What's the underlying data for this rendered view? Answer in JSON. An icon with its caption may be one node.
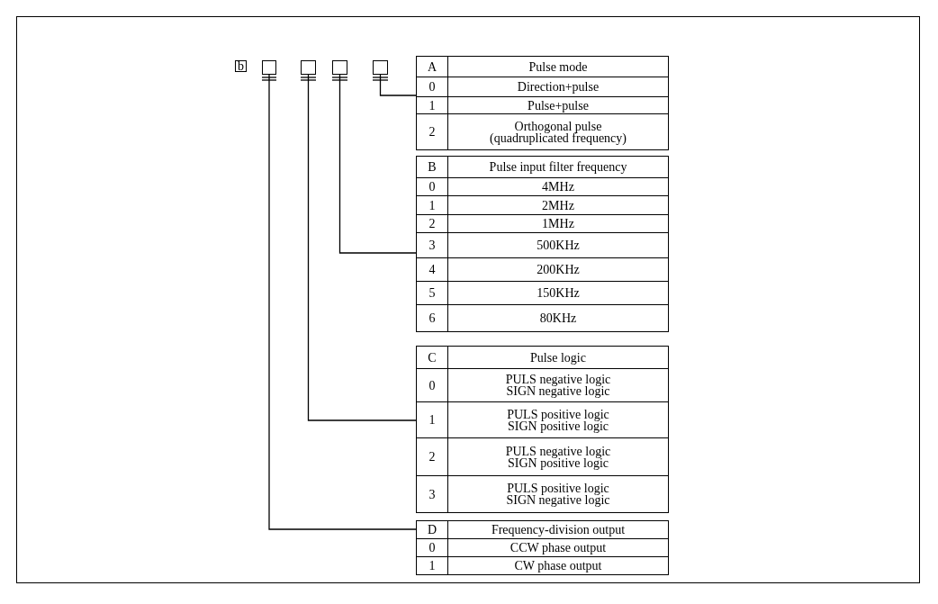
{
  "diagram": {
    "nodes": [
      {
        "text": [
          "b"
        ]
      },
      {
        "text": [],
        "shape": "box"
      },
      {
        "text": [],
        "shape": "box"
      },
      {
        "text": [],
        "shape": "box"
      },
      {
        "text": [],
        "shape": "box"
      },
      {
        "text": [
          "A",
          "Pulse mode",
          "0",
          "Direction+pulse",
          "1",
          "Pulse+pulse",
          "2",
          "Orthogonal pulse (quadruplicated frequency)"
        ]
      },
      {
        "text": [
          "B",
          "Pulse input filter frequency",
          "0",
          "4MHz",
          "1",
          "2MHz",
          "2",
          "1MHz",
          "3",
          "500KHz",
          "4",
          "200KHz",
          "5",
          "150KHz",
          "6",
          "80KHz"
        ]
      },
      {
        "text": [
          "C",
          "Pulse logic",
          "0",
          "PULS negative logic SIGN negative logic",
          "1",
          "PULS positive logic SIGN positive logic",
          "2",
          "PULS negative logic SIGN positive logic",
          "3",
          "PULS positive logic SIGN negative logic"
        ]
      },
      {
        "text": [
          "D",
          "Frequency-division output",
          "0",
          "CCW phase output",
          "1",
          "CW phase output"
        ]
      }
    ],
    "edges": [
      {
        "from": 4,
        "to": 5,
        "arrow": "none"
      },
      {
        "from": 3,
        "to": 6,
        "arrow": "none"
      },
      {
        "from": 2,
        "to": 7,
        "arrow": "none"
      },
      {
        "from": 1,
        "to": 8,
        "arrow": "none"
      }
    ]
  }
}
